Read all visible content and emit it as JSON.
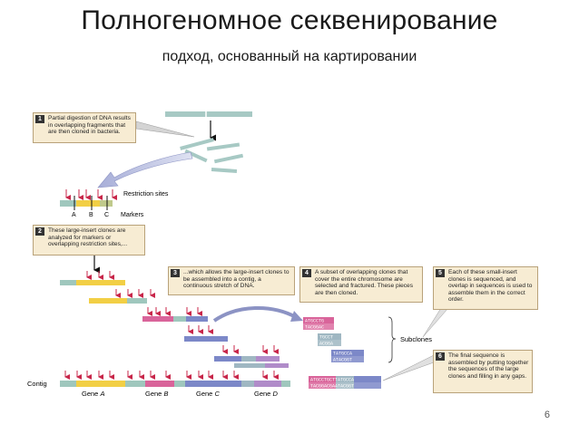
{
  "title": "Полногеномное секвенирование",
  "subtitle": "подход, основанный на картировании",
  "page_number": "6",
  "steps": [
    {
      "num": "1",
      "text": "Partial digestion of DNA results in overlapping fragments that are then cloned in bacteria."
    },
    {
      "num": "2",
      "text": "These large-insert clones are analyzed for markers or overlapping restriction sites,..."
    },
    {
      "num": "3",
      "text": "...which allows the large-insert clones to be assembled into a contig, a continuous stretch of DNA."
    },
    {
      "num": "4",
      "text": "A subset of overlapping clones that cover the entire chromosome are selected and fractured. These pieces are then cloned."
    },
    {
      "num": "5",
      "text": "Each of these small-insert clones is sequenced, and overlap in sequences is used to assemble them in the correct order."
    },
    {
      "num": "6",
      "text": "The final sequence is assembled by putting together the sequences of the large clones and filling in any gaps."
    }
  ],
  "labels": {
    "restriction_sites": "Restriction sites",
    "markers": "Markers",
    "marker_a": "A",
    "marker_b": "B",
    "marker_c": "C",
    "subclones": "Subclones",
    "contig": "Contig"
  },
  "genes": [
    {
      "prefix": "Gene ",
      "letter": "A"
    },
    {
      "prefix": "Gene ",
      "letter": "B"
    },
    {
      "prefix": "Gene ",
      "letter": "C"
    },
    {
      "prefix": "Gene ",
      "letter": "D"
    }
  ],
  "sequences": [
    {
      "top": "ATGCCTG",
      "bottom": "TACGGAC"
    },
    {
      "top": "TGCCT",
      "bottom": "ACGGA"
    },
    {
      "top": "TATGCCA",
      "bottom": "ATACGGT"
    },
    {
      "top": "ATGCCTGCTTATGCCA",
      "bottom": "TACGGACGAATACGGT"
    }
  ],
  "colors": {
    "yellow": "#f2cf45",
    "pink": "#d9649a",
    "blue": "#7c88c8",
    "purple": "#b08cc9",
    "teal": "#9fc7bd",
    "gray_blue": "#9fb7c2",
    "arrow_red": "#c8264a",
    "box_fill": "#f7ecd3"
  }
}
